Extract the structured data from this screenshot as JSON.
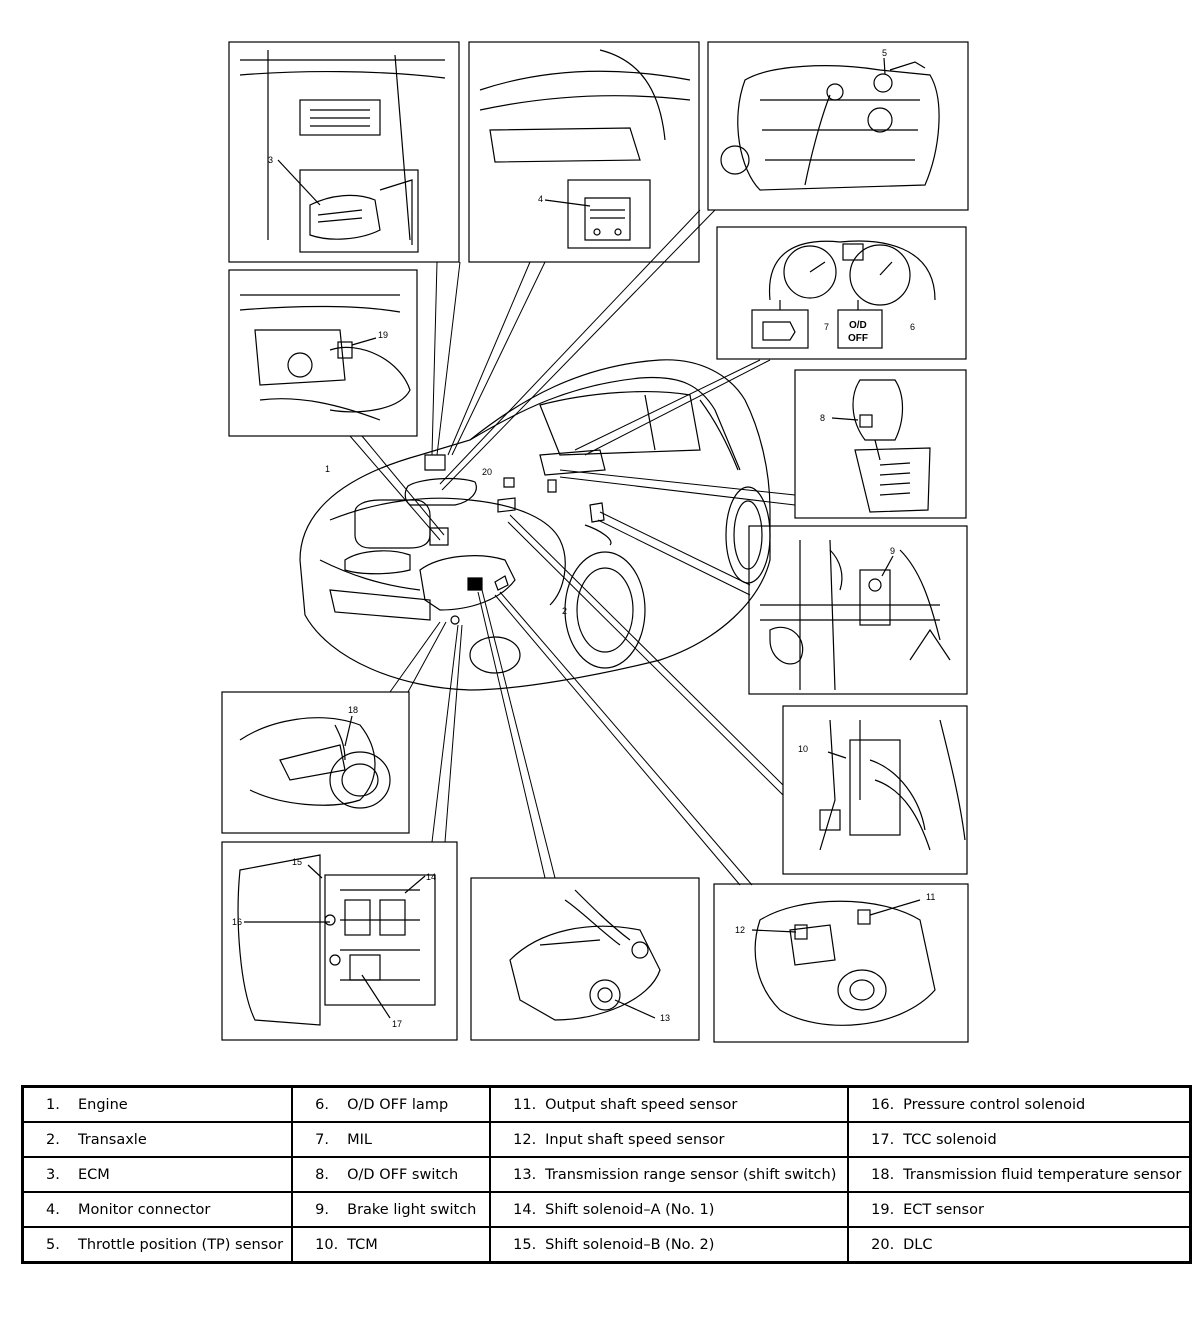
{
  "callouts": {
    "c1": "1",
    "c2": "2",
    "c3": "3",
    "c4": "4",
    "c5": "5",
    "c6": "6",
    "c7": "7",
    "c8": "8",
    "c9": "9",
    "c10": "10",
    "c11": "11",
    "c12": "12",
    "c13": "13",
    "c14": "14",
    "c15": "15",
    "c16": "16",
    "c17": "17",
    "c18": "18",
    "c19": "19",
    "c20": "20"
  },
  "lamp_text": {
    "od": "O/D",
    "off": "OFF"
  },
  "legend": {
    "rows": [
      [
        {
          "num": "1.",
          "label": "Engine"
        },
        {
          "num": "6.",
          "label": "O/D OFF lamp"
        },
        {
          "num": "11.",
          "label": "Output shaft speed sensor"
        },
        {
          "num": "16.",
          "label": "Pressure control solenoid"
        }
      ],
      [
        {
          "num": "2.",
          "label": "Transaxle"
        },
        {
          "num": "7.",
          "label": "MIL"
        },
        {
          "num": "12.",
          "label": "Input shaft speed sensor"
        },
        {
          "num": "17.",
          "label": "TCC solenoid"
        }
      ],
      [
        {
          "num": "3.",
          "label": "ECM"
        },
        {
          "num": "8.",
          "label": "O/D OFF switch"
        },
        {
          "num": "13.",
          "label": "Transmission range sensor (shift switch)"
        },
        {
          "num": "18.",
          "label": "Transmission fluid temperature sensor"
        }
      ],
      [
        {
          "num": "4.",
          "label": "Monitor connector"
        },
        {
          "num": "9.",
          "label": "Brake light switch"
        },
        {
          "num": "14.",
          "label": "Shift solenoid–A (No. 1)"
        },
        {
          "num": "19.",
          "label": "ECT sensor"
        }
      ],
      [
        {
          "num": "5.",
          "label": "Throttle position (TP) sensor"
        },
        {
          "num": "10.",
          "label": "TCM"
        },
        {
          "num": "15.",
          "label": "Shift solenoid–B (No. 2)"
        },
        {
          "num": "20.",
          "label": "DLC"
        }
      ]
    ]
  }
}
